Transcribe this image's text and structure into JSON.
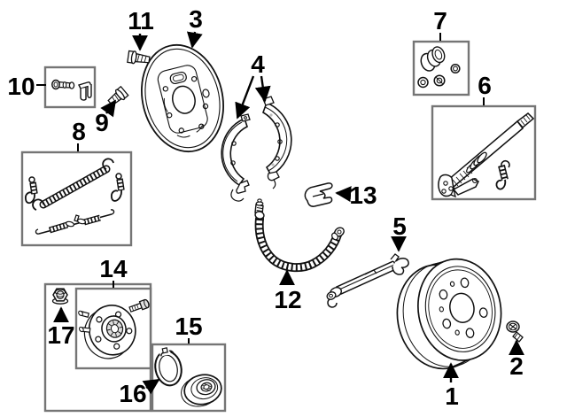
{
  "figure": {
    "kind": "exploded-parts-diagram",
    "subject": "rear-drum-brake-assembly"
  },
  "palette": {
    "background": "#ffffff",
    "line": "#111111",
    "box_border": "#757575",
    "label_text": "#000000"
  },
  "callouts": {
    "1": {
      "label": "1",
      "part": "brake-drum"
    },
    "2": {
      "label": "2",
      "part": "drum-retaining-screw"
    },
    "3": {
      "label": "3",
      "part": "brake-backing-plate"
    },
    "4": {
      "label": "4",
      "part": "brake-shoe-set"
    },
    "5": {
      "label": "5",
      "part": "adjuster-strut-lever"
    },
    "6": {
      "label": "6",
      "part": "adjuster-repair-kit"
    },
    "7": {
      "label": "7",
      "part": "wheel-cylinder-repair-kit"
    },
    "8": {
      "label": "8",
      "part": "shoe-spring-hardware-kit"
    },
    "9": {
      "label": "9",
      "part": "mounting-bolt"
    },
    "10": {
      "label": "10",
      "part": "pin-and-retainer-kit"
    },
    "11": {
      "label": "11",
      "part": "mounting-bolt"
    },
    "12": {
      "label": "12",
      "part": "flexible-brake-hose"
    },
    "13": {
      "label": "13",
      "part": "hose-retainer-clip"
    },
    "14": {
      "label": "14",
      "part": "hub-assembly-kit"
    },
    "15": {
      "label": "15",
      "part": "seal-and-bearing-kit"
    },
    "16": {
      "label": "16",
      "part": "grease-seal-ring"
    },
    "17": {
      "label": "17",
      "part": "spindle-nut"
    }
  }
}
